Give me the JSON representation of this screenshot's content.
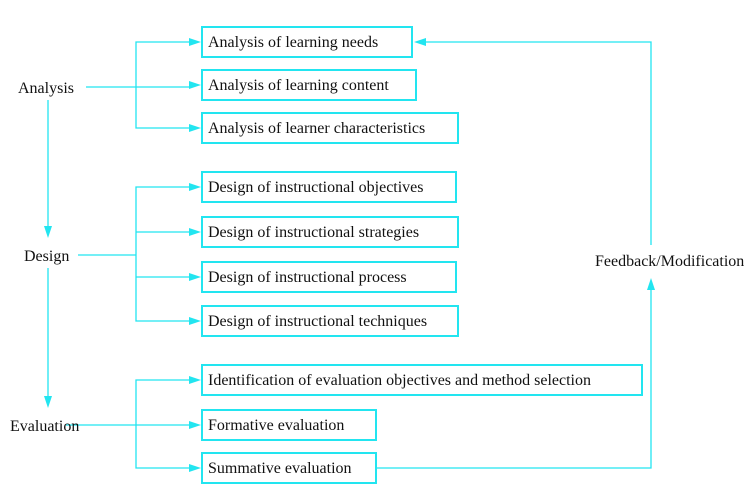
{
  "stages": [
    {
      "label": "Analysis",
      "items": [
        "Analysis of learning needs",
        "Analysis of learning content",
        "Analysis of learner characteristics"
      ]
    },
    {
      "label": "Design",
      "items": [
        "Design of instructional objectives",
        "Design of instructional strategies",
        "Design of instructional process",
        "Design of instructional techniques"
      ]
    },
    {
      "label": "Evaluation",
      "items": [
        "Identification of evaluation objectives and method selection",
        "Formative evaluation",
        "Summative evaluation"
      ]
    }
  ],
  "feedback_label": "Feedback/Modification",
  "colors": {
    "line": "#22e5f0",
    "text": "#111111"
  }
}
